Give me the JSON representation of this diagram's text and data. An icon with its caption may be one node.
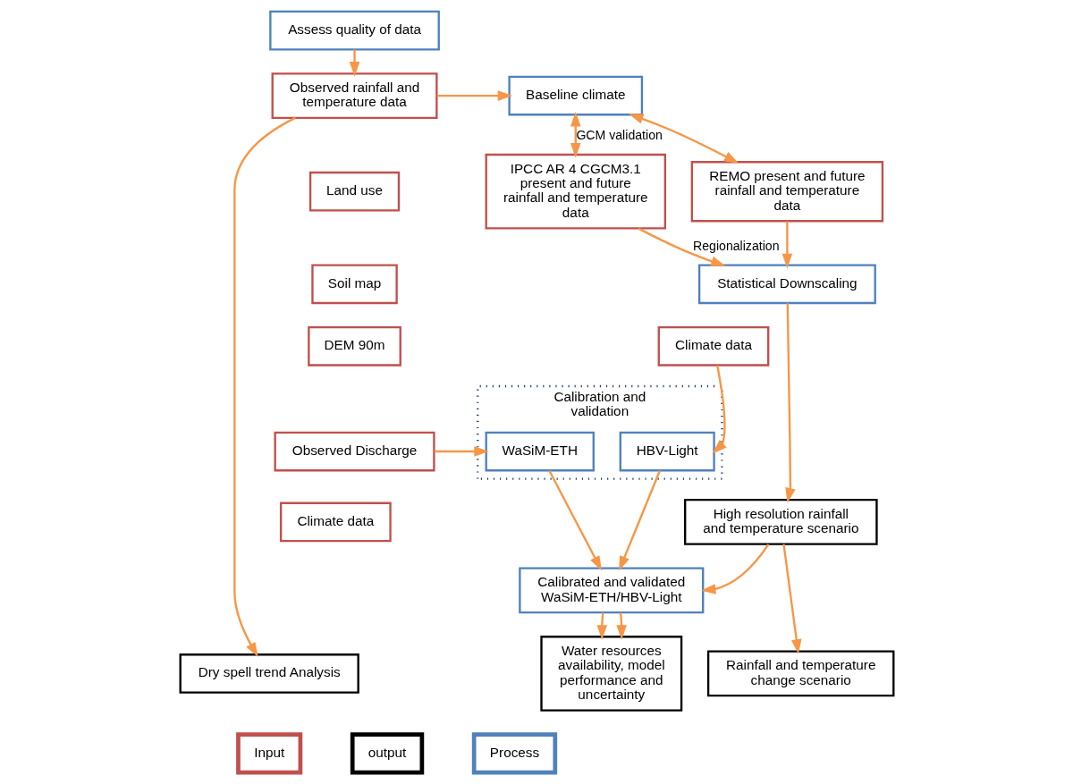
{
  "diagram": {
    "nodes": [
      {
        "text": [
          "Assess quality of data"
        ]
      },
      {
        "text": [
          "Observed rainfall and temperature data"
        ]
      },
      {
        "text": [
          "Baseline climate"
        ]
      },
      {
        "text": [
          "IPCC AR 4 CGCM3.1 present and future rainfall and temperature data"
        ]
      },
      {
        "text": [
          "REMO present and future rainfall and temperature data"
        ]
      },
      {
        "text": [
          "Statistical Downscaling"
        ]
      },
      {
        "text": [
          "Land use"
        ]
      },
      {
        "text": [
          "Soil map"
        ]
      },
      {
        "text": [
          "DEM 90m"
        ]
      },
      {
        "text": [
          "Observed Discharge"
        ]
      },
      {
        "text": [
          "Climate data"
        ]
      },
      {
        "text": [
          "Calibration and validation"
        ]
      },
      {
        "text": [
          "WaSiM-ETH"
        ],
        "in": 11
      },
      {
        "text": [
          "HBV-Light"
        ],
        "in": 11
      },
      {
        "text": [
          "Climate data"
        ]
      },
      {
        "text": [
          "Calibrated and validated WaSiM-ETH/HBV-Light"
        ]
      },
      {
        "text": [
          "High resolution rainfall and temperature scenario"
        ]
      },
      {
        "text": [
          "Dry spell trend Analysis"
        ]
      },
      {
        "text": [
          "Water resources availability, model performance and uncertainty"
        ]
      },
      {
        "text": [
          "Rainfall and temperature change scenario"
        ]
      }
    ],
    "edges": [
      {
        "from": 0,
        "to": 1,
        "arrow": "to"
      },
      {
        "from": 1,
        "to": 2,
        "arrow": "to"
      },
      {
        "from": 2,
        "to": 3,
        "arrow": "both",
        "label": "GCM validation"
      },
      {
        "from": 2,
        "to": 4,
        "arrow": "both"
      },
      {
        "from": 3,
        "to": 5,
        "arrow": "to",
        "label": "Regionalization"
      },
      {
        "from": 4,
        "to": 5,
        "arrow": "to"
      },
      {
        "from": 1,
        "to": 17,
        "arrow": "to"
      },
      {
        "from": 9,
        "to": 12,
        "arrow": "to"
      },
      {
        "from": 14,
        "to": 13,
        "arrow": "to"
      },
      {
        "from": 12,
        "to": 15,
        "arrow": "to"
      },
      {
        "from": 13,
        "to": 15,
        "arrow": "to"
      },
      {
        "from": 5,
        "to": 16,
        "arrow": "to"
      },
      {
        "from": 16,
        "to": 15,
        "arrow": "to"
      },
      {
        "from": 15,
        "to": 18,
        "arrow": "to"
      },
      {
        "from": 15,
        "to": 18,
        "arrow": "to"
      },
      {
        "from": 16,
        "to": 19,
        "arrow": "to"
      }
    ],
    "legend": [
      {
        "text": "Input",
        "color": "#c0504d"
      },
      {
        "text": "output",
        "color": "#000000"
      },
      {
        "text": "Process",
        "color": "#4f81bd"
      }
    ]
  }
}
